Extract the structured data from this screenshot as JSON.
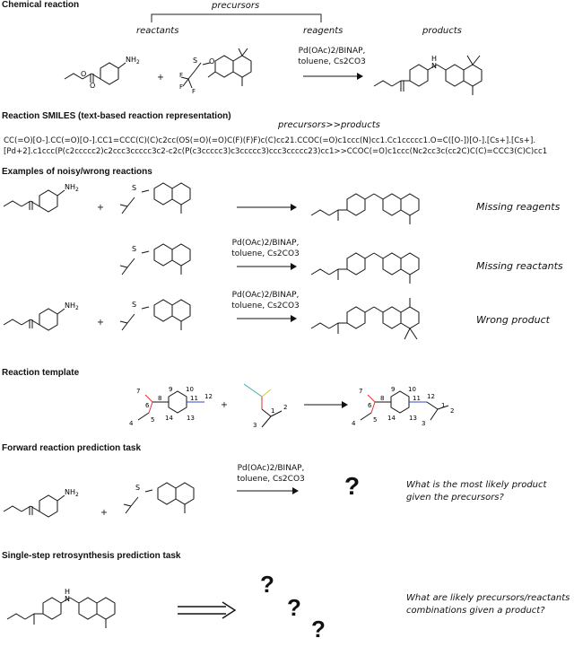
{
  "sections": {
    "chemical_reaction": "Chemical reaction",
    "smiles": "Reaction SMILES (text-based reaction representation)",
    "noisy": "Examples of noisy/wrong reactions",
    "template": "Reaction template",
    "forward": "Forward reaction prediction task",
    "retro": "Single-step retrosynthesis prediction task"
  },
  "labels": {
    "precursors": "precursors",
    "reactants": "reactants",
    "reagents": "reagents",
    "products": "products",
    "smiles_caption": "precursors>>products",
    "plus": "+"
  },
  "conditions": {
    "line1": "Pd(OAc)2/BINAP,",
    "line2": "toluene, Cs2CO3"
  },
  "smiles": {
    "line1": "CC(=O)[O-].CC(=O)[O-].CC1=CCC(C)(C)c2cc(OS(=O)(=O)C(F)(F)F)c(C)cc21.CCOC(=O)c1ccc(N)cc1.Cc1ccccc1.O=C([O-])[O-].[Cs+].[Cs+].",
    "line2": "[Pd+2].c1ccc(P(c2ccccc2)c2ccc3ccccc3c2-c2c(P(c3ccccc3)c3ccccc3)ccc3ccccc23)cc1>>CCOC(=O)c1ccc(Nc2cc3c(cc2C)C(C)=CCC3(C)C)cc1"
  },
  "noisy_labels": {
    "missing_reagents": "Missing reagents",
    "missing_reactants": "Missing reactants",
    "wrong_product": "Wrong product"
  },
  "atoms": {
    "N": "N",
    "H": "H",
    "NH2": "NH",
    "sub2": "2",
    "O": "O",
    "S": "S",
    "F": "F"
  },
  "template_numbers": [
    "7",
    "9",
    "10",
    "12",
    "8",
    "11",
    "6",
    "14",
    "13",
    "5",
    "4",
    "1",
    "2",
    "3"
  ],
  "question": "?",
  "forward_question": {
    "line1": "What is the most likely product",
    "line2": "given the precursors?"
  },
  "retro_question": {
    "line1": "What are likely precursors/reactants",
    "line2": "combinations given a product?"
  }
}
